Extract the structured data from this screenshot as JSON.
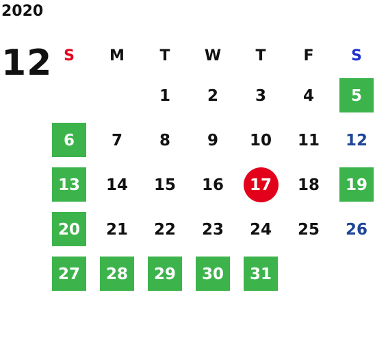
{
  "calendar": {
    "year": "2020",
    "month": "12",
    "weekday_headers": [
      {
        "label": "S",
        "color": "#e3001b"
      },
      {
        "label": "M",
        "color": "#111111"
      },
      {
        "label": "T",
        "color": "#111111"
      },
      {
        "label": "W",
        "color": "#111111"
      },
      {
        "label": "T",
        "color": "#111111"
      },
      {
        "label": "F",
        "color": "#111111"
      },
      {
        "label": "S",
        "color": "#1f2fd0"
      }
    ],
    "weeks": [
      [
        {
          "day": "",
          "style": "empty"
        },
        {
          "day": "",
          "style": "empty"
        },
        {
          "day": "1",
          "style": "normal"
        },
        {
          "day": "2",
          "style": "normal"
        },
        {
          "day": "3",
          "style": "normal"
        },
        {
          "day": "4",
          "style": "normal"
        },
        {
          "day": "5",
          "style": "green"
        }
      ],
      [
        {
          "day": "6",
          "style": "green"
        },
        {
          "day": "7",
          "style": "normal"
        },
        {
          "day": "8",
          "style": "normal"
        },
        {
          "day": "9",
          "style": "normal"
        },
        {
          "day": "10",
          "style": "normal"
        },
        {
          "day": "11",
          "style": "normal"
        },
        {
          "day": "12",
          "style": "blue"
        }
      ],
      [
        {
          "day": "13",
          "style": "green"
        },
        {
          "day": "14",
          "style": "normal"
        },
        {
          "day": "15",
          "style": "normal"
        },
        {
          "day": "16",
          "style": "normal"
        },
        {
          "day": "17",
          "style": "today"
        },
        {
          "day": "18",
          "style": "normal"
        },
        {
          "day": "19",
          "style": "green"
        }
      ],
      [
        {
          "day": "20",
          "style": "green"
        },
        {
          "day": "21",
          "style": "normal"
        },
        {
          "day": "22",
          "style": "normal"
        },
        {
          "day": "23",
          "style": "normal"
        },
        {
          "day": "24",
          "style": "normal"
        },
        {
          "day": "25",
          "style": "normal"
        },
        {
          "day": "26",
          "style": "blue"
        }
      ],
      [
        {
          "day": "27",
          "style": "green"
        },
        {
          "day": "28",
          "style": "green"
        },
        {
          "day": "29",
          "style": "green"
        },
        {
          "day": "30",
          "style": "green"
        },
        {
          "day": "31",
          "style": "green"
        },
        {
          "day": "",
          "style": "empty"
        },
        {
          "day": "",
          "style": "empty"
        }
      ]
    ],
    "colors": {
      "highlight_green": "#3cb44b",
      "today_red": "#e3001b",
      "saturday_blue": "#1f4596"
    }
  }
}
